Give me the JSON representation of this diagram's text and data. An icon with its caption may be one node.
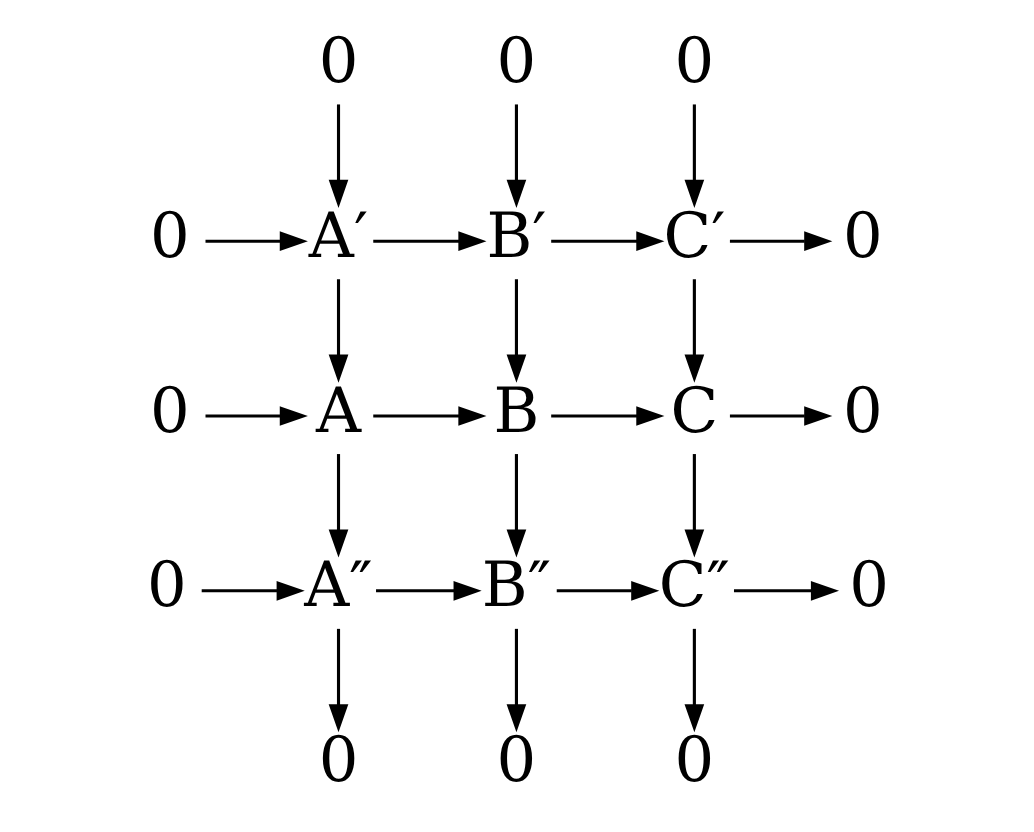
{
  "diagram": {
    "nodes": [
      {
        "text": [
          "0"
        ]
      },
      {
        "text": [
          "0"
        ]
      },
      {
        "text": [
          "0"
        ]
      },
      {
        "text": [
          "0"
        ]
      },
      {
        "text": [
          "A′"
        ]
      },
      {
        "text": [
          "B′"
        ]
      },
      {
        "text": [
          "C′"
        ]
      },
      {
        "text": [
          "0"
        ]
      },
      {
        "text": [
          "0"
        ]
      },
      {
        "text": [
          "A"
        ]
      },
      {
        "text": [
          "B"
        ]
      },
      {
        "text": [
          "C"
        ]
      },
      {
        "text": [
          "0"
        ]
      },
      {
        "text": [
          "0"
        ]
      },
      {
        "text": [
          "A″"
        ]
      },
      {
        "text": [
          "B″"
        ]
      },
      {
        "text": [
          "C″"
        ]
      },
      {
        "text": [
          "0"
        ]
      },
      {
        "text": [
          "0"
        ]
      },
      {
        "text": [
          "0"
        ]
      },
      {
        "text": [
          "0"
        ]
      }
    ],
    "edges": [
      {
        "from": 0,
        "to": 4,
        "arrow": "to"
      },
      {
        "from": 1,
        "to": 5,
        "arrow": "to"
      },
      {
        "from": 2,
        "to": 6,
        "arrow": "to"
      },
      {
        "from": 3,
        "to": 4,
        "arrow": "to"
      },
      {
        "from": 4,
        "to": 5,
        "arrow": "to"
      },
      {
        "from": 5,
        "to": 6,
        "arrow": "to"
      },
      {
        "from": 6,
        "to": 7,
        "arrow": "to"
      },
      {
        "from": 4,
        "to": 9,
        "arrow": "to"
      },
      {
        "from": 5,
        "to": 10,
        "arrow": "to"
      },
      {
        "from": 6,
        "to": 11,
        "arrow": "to"
      },
      {
        "from": 8,
        "to": 9,
        "arrow": "to"
      },
      {
        "from": 9,
        "to": 10,
        "arrow": "to"
      },
      {
        "from": 10,
        "to": 11,
        "arrow": "to"
      },
      {
        "from": 11,
        "to": 12,
        "arrow": "to"
      },
      {
        "from": 9,
        "to": 14,
        "arrow": "to"
      },
      {
        "from": 10,
        "to": 15,
        "arrow": "to"
      },
      {
        "from": 11,
        "to": 16,
        "arrow": "to"
      },
      {
        "from": 13,
        "to": 14,
        "arrow": "to"
      },
      {
        "from": 14,
        "to": 15,
        "arrow": "to"
      },
      {
        "from": 15,
        "to": 16,
        "arrow": "to"
      },
      {
        "from": 16,
        "to": 17,
        "arrow": "to"
      },
      {
        "from": 14,
        "to": 18,
        "arrow": "to"
      },
      {
        "from": 15,
        "to": 19,
        "arrow": "to"
      },
      {
        "from": 16,
        "to": 20,
        "arrow": "to"
      }
    ]
  }
}
